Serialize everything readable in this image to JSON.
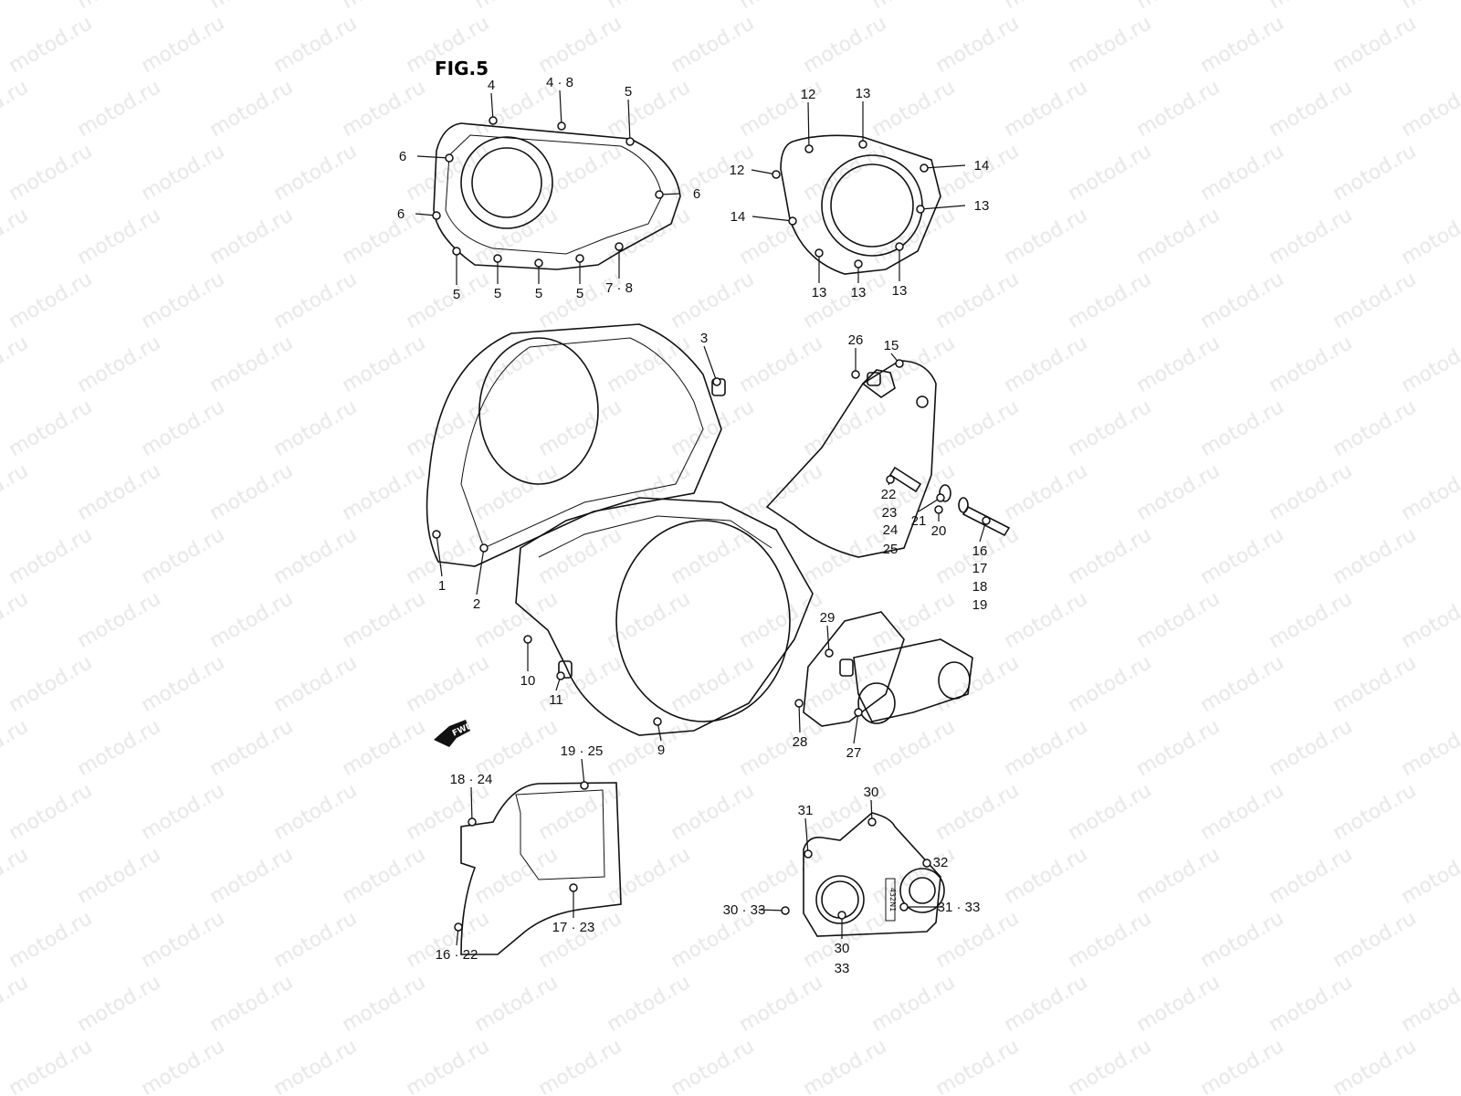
{
  "figure": {
    "title": "FIG.5",
    "watermark": "motod.ru",
    "fwd_label": "FWD",
    "gasket_stamp": "432N1"
  },
  "callouts": [
    "4",
    "4 · 8",
    "5",
    "6",
    "6",
    "6",
    "5",
    "5",
    "5",
    "5",
    "7 · 8",
    "12",
    "13",
    "12",
    "14",
    "14",
    "13",
    "13",
    "13",
    "13",
    "3",
    "26",
    "15",
    "22",
    "23",
    "24",
    "25",
    "21",
    "20",
    "16",
    "17",
    "18",
    "19",
    "1",
    "2",
    "29",
    "10",
    "11",
    "9",
    "28",
    "27",
    "19 · 25",
    "18 · 24",
    "17 · 23",
    "16 · 22",
    "31",
    "30",
    "32",
    "30 · 33",
    "31 · 33",
    "30",
    "33"
  ]
}
